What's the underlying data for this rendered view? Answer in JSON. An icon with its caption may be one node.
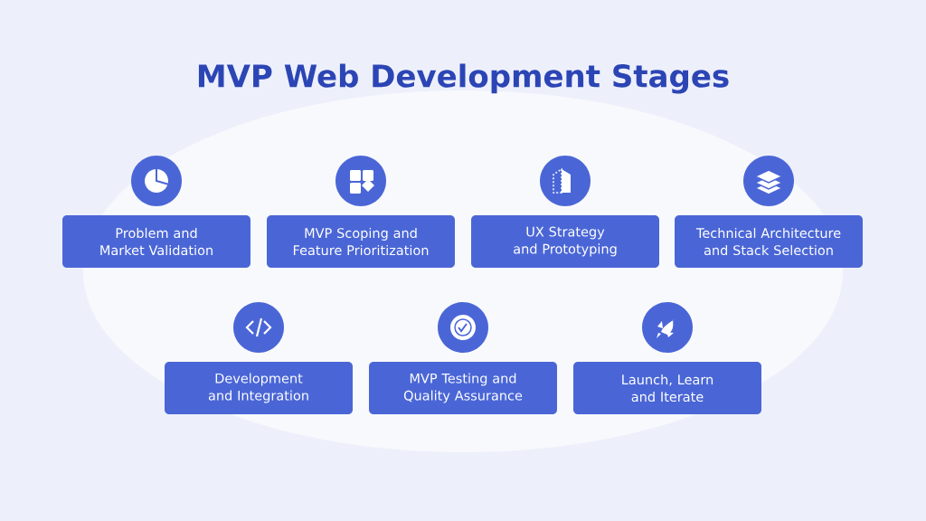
{
  "diagram": {
    "title": "MVP Web Development Stages",
    "nodes": [
      {
        "text": [
          "Problem and Market Validation"
        ]
      },
      {
        "text": [
          "MVP Scoping and Feature Prioritization"
        ]
      },
      {
        "text": [
          "UX Strategy and Prototyping"
        ]
      },
      {
        "text": [
          "Technical Architecture and Stack Selection"
        ]
      },
      {
        "text": [
          "Development and Integration"
        ]
      },
      {
        "text": [
          "MVP Testing and Quality Assurance"
        ]
      },
      {
        "text": [
          "Launch, Learn and Iterate"
        ]
      }
    ]
  }
}
